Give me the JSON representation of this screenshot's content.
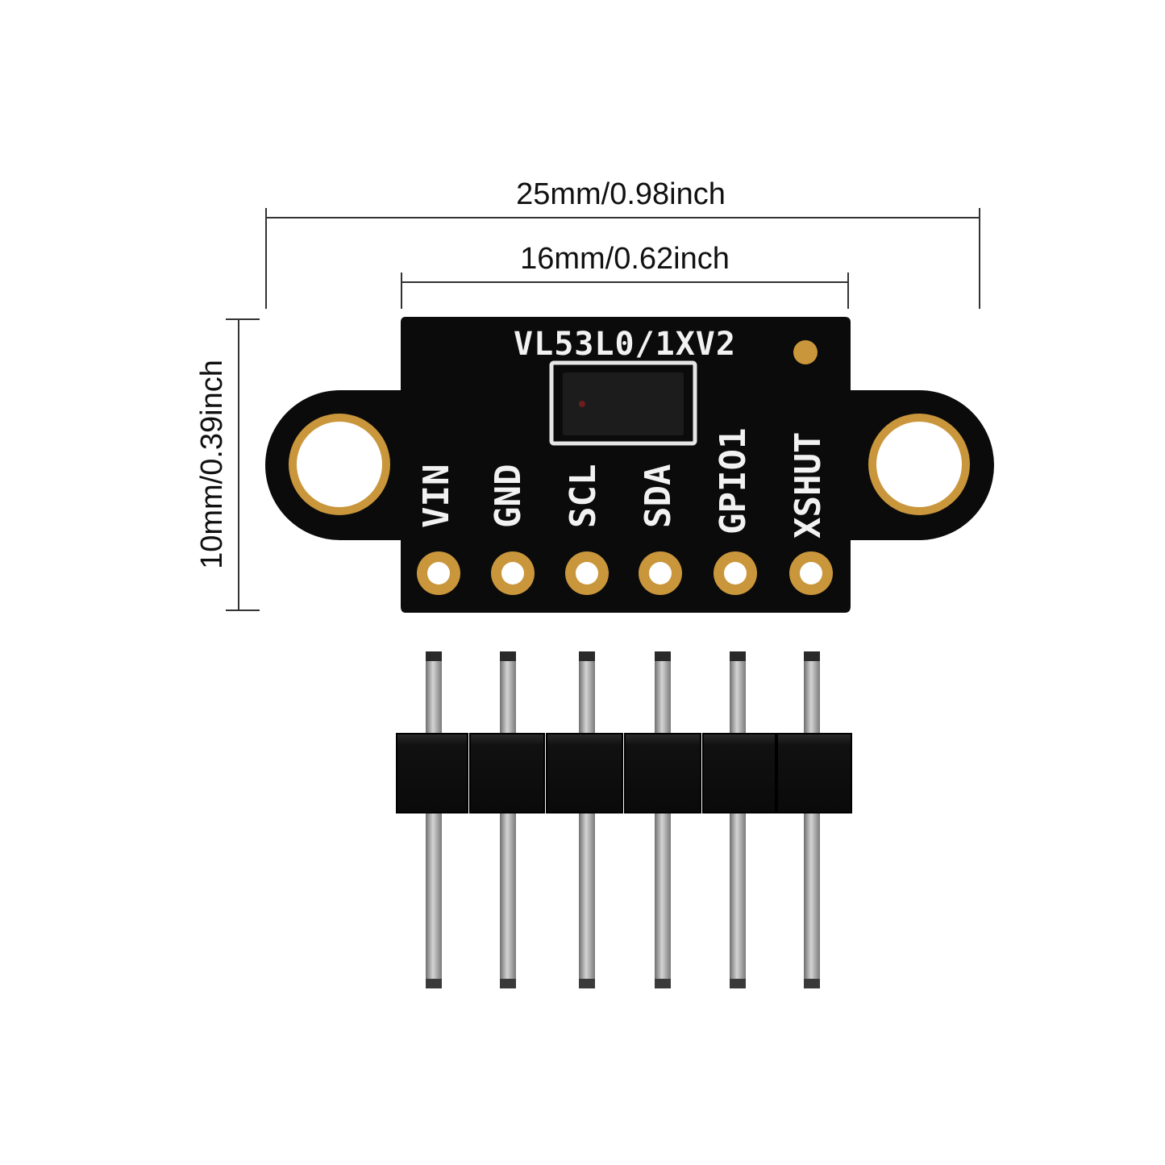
{
  "dimensions": {
    "width": "25mm/0.98inch",
    "pin_span": "16mm/0.62inch",
    "height": "10mm/0.39inch"
  },
  "board": {
    "model": "VL53L0/1XV2",
    "pins": [
      "VIN",
      "GND",
      "SCL",
      "SDA",
      "GPIO1",
      "XSHUT"
    ]
  },
  "colors": {
    "pcb": "#0b0b0b",
    "gold": "#c9963c",
    "header": "#151515",
    "pin_metal": "#a9a9a9",
    "dimension_line": "#333333"
  }
}
